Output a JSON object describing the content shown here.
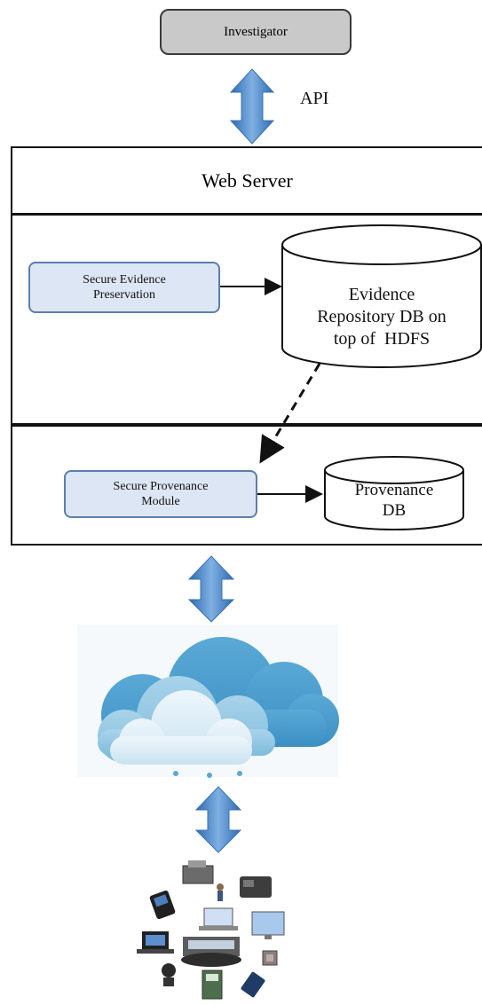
{
  "nodes": {
    "investigator": "Investigator",
    "api": "API",
    "web_server": "Web Server",
    "secure_evidence": "Secure Evidence Preservation",
    "evidence_db_line1": "Evidence",
    "evidence_db_line2": "Repository DB on",
    "evidence_db_line3": "top of  HDFS",
    "secure_provenance": "Secure Provenance Module",
    "provenance_db_line1": "Provenance",
    "provenance_db_line2": "DB"
  },
  "icons": {
    "cloud": "cloud-icon",
    "devices": "devices-cluster-icon"
  },
  "colors": {
    "arrow": "#4a82c4",
    "module_fill": "#dde6f4",
    "module_border": "#5a7fae",
    "investigator_fill": "#c9c9c9"
  }
}
